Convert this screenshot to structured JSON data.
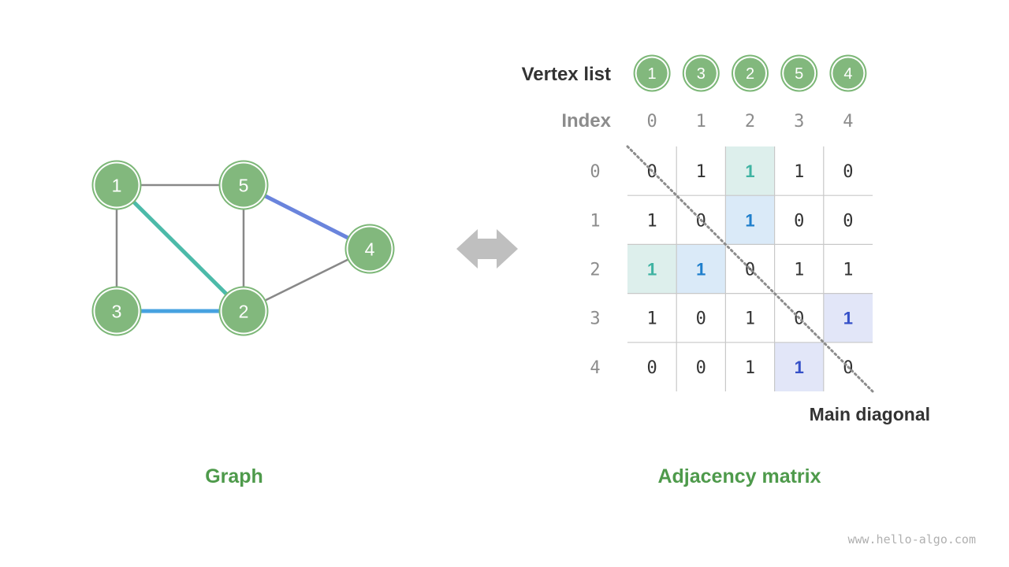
{
  "colors": {
    "node_fill": "#82b87d",
    "node_ring": "#ffffff",
    "node_outer": "#7cb777",
    "edge_default": "#888888",
    "edge_teal": "#4cbaa9",
    "edge_blue": "#46a2e0",
    "edge_indigo": "#6a84dc",
    "title_green": "#4e9a4b",
    "text_dark": "#333333",
    "text_grey": "#8c8c8c",
    "grid": "#c8c8c8",
    "cell_teal_bg": "#ddefec",
    "cell_teal_fg": "#3fb3a2",
    "cell_blue_bg": "#daeaf8",
    "cell_blue_fg": "#1f7fcc",
    "cell_indigo_bg": "#e2e6f8",
    "cell_indigo_fg": "#3550c8",
    "arrow": "#bfbfbf"
  },
  "graph": {
    "title": "Graph",
    "nodes": [
      {
        "id": "1",
        "label": "1"
      },
      {
        "id": "5",
        "label": "5"
      },
      {
        "id": "4",
        "label": "4"
      },
      {
        "id": "3",
        "label": "3"
      },
      {
        "id": "2",
        "label": "2"
      }
    ],
    "edges": [
      {
        "from": "1",
        "to": "5",
        "color": "edge_default"
      },
      {
        "from": "1",
        "to": "3",
        "color": "edge_default"
      },
      {
        "from": "1",
        "to": "2",
        "color": "edge_teal"
      },
      {
        "from": "5",
        "to": "2",
        "color": "edge_default"
      },
      {
        "from": "5",
        "to": "4",
        "color": "edge_indigo"
      },
      {
        "from": "3",
        "to": "2",
        "color": "edge_blue"
      },
      {
        "from": "2",
        "to": "4",
        "color": "edge_default"
      }
    ]
  },
  "matrix": {
    "title": "Adjacency matrix",
    "vertex_list_label": "Vertex list",
    "vertex_list": [
      "1",
      "3",
      "2",
      "5",
      "4"
    ],
    "index_label": "Index",
    "indices": [
      "0",
      "1",
      "2",
      "3",
      "4"
    ],
    "values": [
      [
        "0",
        "1",
        "1",
        "1",
        "0"
      ],
      [
        "1",
        "0",
        "1",
        "0",
        "0"
      ],
      [
        "1",
        "1",
        "0",
        "1",
        "1"
      ],
      [
        "1",
        "0",
        "1",
        "0",
        "1"
      ],
      [
        "0",
        "0",
        "1",
        "1",
        "0"
      ]
    ],
    "highlights": [
      {
        "row": 0,
        "col": 2,
        "style": "teal"
      },
      {
        "row": 2,
        "col": 0,
        "style": "teal"
      },
      {
        "row": 1,
        "col": 2,
        "style": "blue"
      },
      {
        "row": 2,
        "col": 1,
        "style": "blue"
      },
      {
        "row": 3,
        "col": 4,
        "style": "indigo"
      },
      {
        "row": 4,
        "col": 3,
        "style": "indigo"
      }
    ],
    "diagonal_label": "Main diagonal"
  },
  "watermark": "www.hello-algo.com"
}
